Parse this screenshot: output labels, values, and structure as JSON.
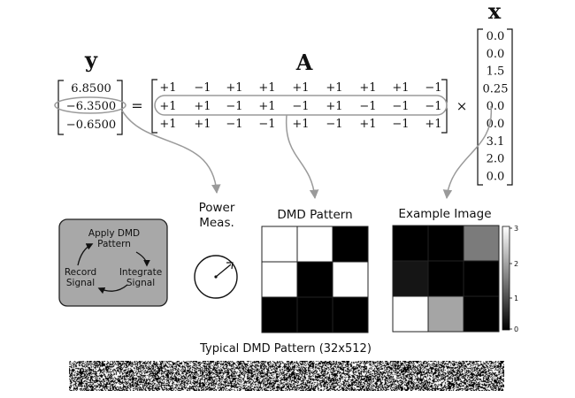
{
  "equation": {
    "y_symbol": "y",
    "A_symbol": "A",
    "x_symbol": "x",
    "equals": "=",
    "times": "×",
    "y_values": [
      "6.8500",
      "−6.3500",
      "−0.6500"
    ],
    "A_rows": [
      [
        "+1",
        "−1",
        "+1",
        "+1",
        "+1",
        "+1",
        "+1",
        "+1",
        "−1"
      ],
      [
        "+1",
        "+1",
        "−1",
        "+1",
        "−1",
        "+1",
        "−1",
        "−1",
        "−1"
      ],
      [
        "+1",
        "+1",
        "−1",
        "−1",
        "+1",
        "−1",
        "+1",
        "−1",
        "+1"
      ]
    ],
    "x_values": [
      "0.0",
      "0.0",
      "1.5",
      "0.25",
      "0.0",
      "0.0",
      "3.1",
      "2.0",
      "0.0"
    ]
  },
  "loop": {
    "steps": [
      "Apply DMD\nPattern",
      "Integrate\nSignal",
      "Record\nSignal"
    ],
    "fill_color": "#a8a8a8"
  },
  "power_meas": {
    "title": "Power\nMeas."
  },
  "dmd_pattern": {
    "title": "DMD Pattern",
    "grid": [
      [
        1,
        1,
        0
      ],
      [
        1,
        0,
        1
      ],
      [
        0,
        0,
        0
      ]
    ]
  },
  "example_image": {
    "title": "Example Image",
    "grid": [
      [
        0.0,
        0.0,
        1.5
      ],
      [
        0.25,
        0.0,
        0.0
      ],
      [
        3.1,
        2.0,
        0.0
      ]
    ],
    "colorbar_ticks": [
      "3",
      "2",
      "1",
      "0"
    ],
    "vmin": 0,
    "vmax": 3.1
  },
  "typical_pattern": {
    "label": "Typical DMD Pattern (32x512)",
    "rows": 32,
    "cols": 512
  }
}
